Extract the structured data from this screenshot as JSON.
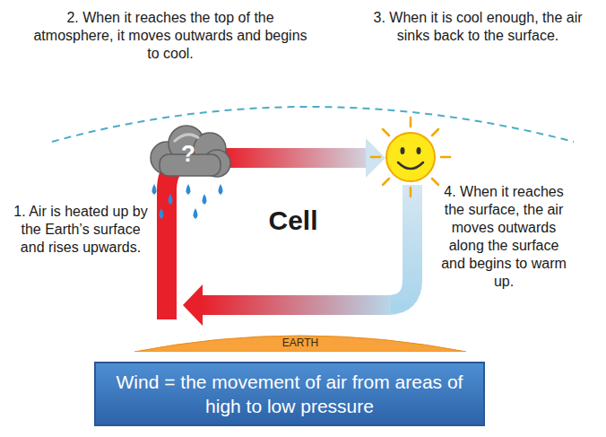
{
  "diagram": {
    "nodes": [
      {
        "text": [
          "?"
        ]
      },
      {
        "text": [
          "EARTH"
        ]
      },
      {
        "text": [
          "Wind = the movement of air from areas of high to low pressure"
        ]
      }
    ],
    "labels": [
      "2. When it reaches the top of the atmosphere, it moves outwards and begins to cool.",
      "3. When it is cool enough, the air sinks back to the surface.",
      "1. Air is heated up by the Earth’s surface and rises upwards.",
      "4. When it reaches the surface, the air moves outwards along the surface and begins to warm up.",
      "Cell"
    ]
  }
}
